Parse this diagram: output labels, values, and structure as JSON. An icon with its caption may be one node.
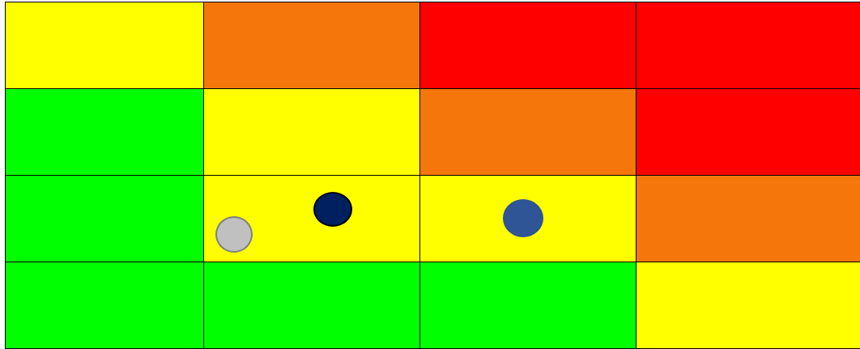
{
  "diagram": {
    "nodes": [
      {
        "text": [],
        "shape": "box"
      },
      {
        "text": [],
        "shape": "box"
      },
      {
        "text": [],
        "shape": "box"
      },
      {
        "text": [],
        "shape": "box"
      },
      {
        "text": [],
        "shape": "box"
      },
      {
        "text": [],
        "shape": "box"
      },
      {
        "text": [],
        "shape": "box"
      },
      {
        "text": [],
        "shape": "box"
      },
      {
        "text": [],
        "shape": "box"
      },
      {
        "text": [],
        "shape": "box"
      },
      {
        "text": [],
        "shape": "box"
      },
      {
        "text": [],
        "shape": "box"
      },
      {
        "text": [],
        "shape": "box"
      },
      {
        "text": [],
        "shape": "box"
      },
      {
        "text": [],
        "shape": "box"
      },
      {
        "text": [],
        "shape": "box"
      },
      {
        "text": [],
        "shape": "circle",
        "in": 9
      },
      {
        "text": [],
        "shape": "circle",
        "in": 9
      },
      {
        "text": [],
        "shape": "circle",
        "in": 10
      }
    ]
  }
}
